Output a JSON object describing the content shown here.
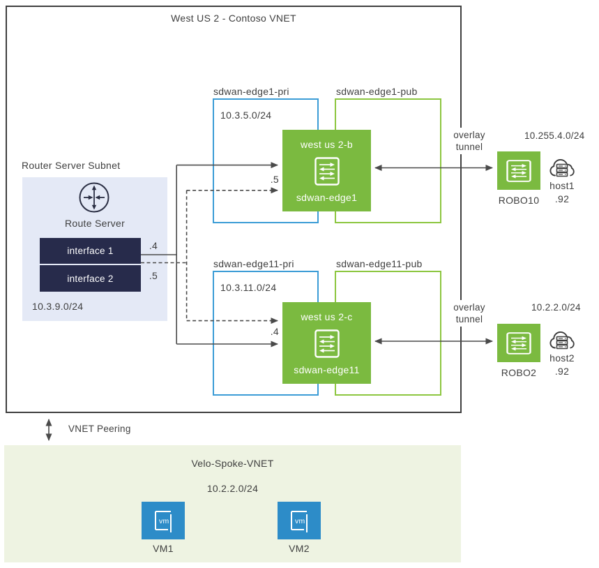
{
  "vnet": {
    "title": "West US 2 - Contoso VNET"
  },
  "route_subnet": {
    "label": "Router Server Subnet",
    "server_label": "Route Server",
    "cidr": "10.3.9.0/24",
    "interfaces": [
      {
        "label": "interface 1",
        "ip": ".4"
      },
      {
        "label": "interface 2",
        "ip": ".5"
      }
    ]
  },
  "edge1": {
    "pri_label": "sdwan-edge1-pri",
    "pri_cidr": "10.3.5.0/24",
    "pub_label": "sdwan-edge1-pub",
    "zone": "west us 2-b",
    "name": "sdwan-edge1",
    "ip_label": ".5",
    "overlay": {
      "line1": "overlay",
      "line2": "tunnel"
    },
    "remote": {
      "name": "ROBO10",
      "cidr": "10.255.4.0/24",
      "host": "host1",
      "host_ip": ".92"
    }
  },
  "edge11": {
    "pri_label": "sdwan-edge11-pri",
    "pri_cidr": "10.3.11.0/24",
    "pub_label": "sdwan-edge11-pub",
    "zone": "west us 2-c",
    "name": "sdwan-edge11",
    "ip_label": ".4",
    "overlay": {
      "line1": "overlay",
      "line2": "tunnel"
    },
    "remote": {
      "name": "ROBO2",
      "cidr": "10.2.2.0/24",
      "host": "host2",
      "host_ip": ".92"
    }
  },
  "peering": {
    "label": "VNET Peering"
  },
  "spoke": {
    "title": "Velo-Spoke-VNET",
    "cidr": "10.2.2.0/24",
    "vm_glyph": "vm",
    "vms": [
      {
        "label": "VM1"
      },
      {
        "label": "VM2"
      }
    ]
  },
  "colors": {
    "edge_green_fill": "#7BBA40",
    "pub_green_outline": "#8CC63F",
    "pri_blue_outline": "#3B9CD6",
    "vm_blue": "#2D8CC8",
    "interface_navy": "#272B4B",
    "route_subnet_fill": "#E4E9F6",
    "spoke_fill": "#EEF3E2",
    "line": "#4A4A4A",
    "text": "#3E3E3E"
  }
}
